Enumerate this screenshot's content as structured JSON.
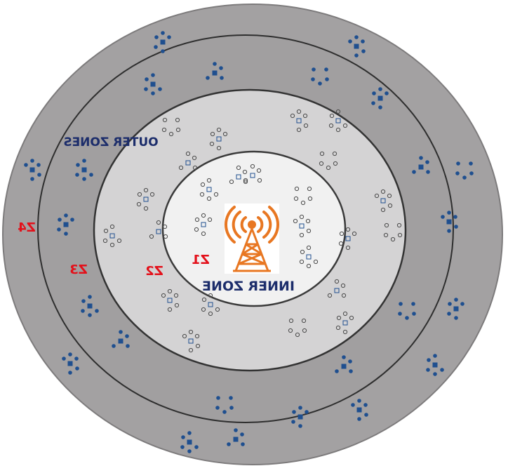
{
  "labels": {
    "outer_zones": "OUTER ZONES",
    "inner_zone": "INNER ZONE",
    "z1": "Z1",
    "z2": "Z2",
    "z3": "Z3",
    "z4": "Z4"
  },
  "colors": {
    "zone4_fill": "#a3a1a2",
    "zone3_fill": "#a09e9f",
    "zone2_fill": "#d4d3d4",
    "zone1_fill": "#f1f1f1",
    "ring_stroke": "#3a3a3a",
    "zone_label_red": "#e3101a",
    "heading_blue": "#1c2d6b",
    "tower_orange": "#e87722",
    "device_blue": "#1f4f8f",
    "device_outline": "#4a4a4a"
  },
  "icons": {
    "tower": "cell-tower-icon",
    "device_filled": "filled-device-icon",
    "device_open": "open-device-icon"
  }
}
